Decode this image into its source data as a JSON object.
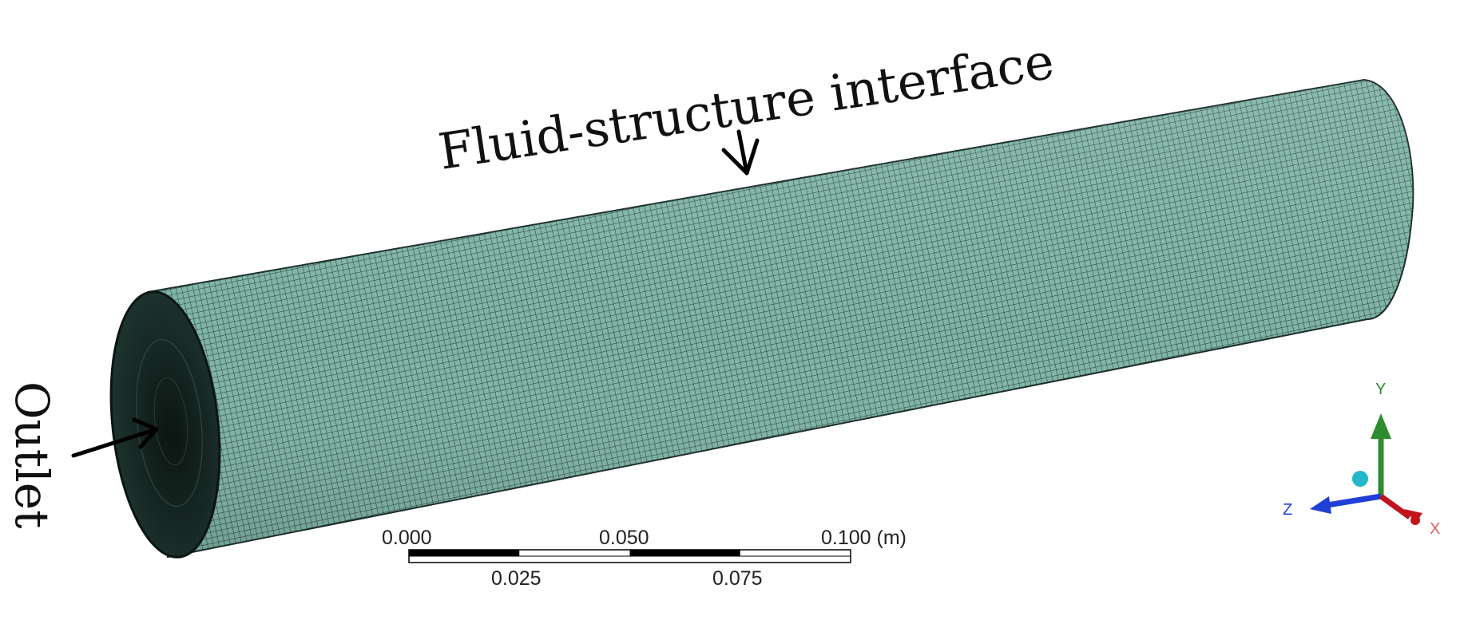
{
  "labels": {
    "interface": "Fluid-structure interface",
    "outlet": "Outlet"
  },
  "scale_bar": {
    "top_ticks": [
      "0.000",
      "0.050",
      "0.100 (m)"
    ],
    "bottom_ticks": [
      "0.025",
      "0.075"
    ]
  },
  "triad": {
    "y": "Y",
    "z": "Z",
    "x": "X"
  },
  "colors": {
    "mesh_fill": "#7fb3a6",
    "mesh_line": "#1e3a34",
    "axis_y": "#2e8b2e",
    "axis_z": "#1f3fd6",
    "axis_x": "#c0141a",
    "origin_sphere": "#22b8c8"
  }
}
